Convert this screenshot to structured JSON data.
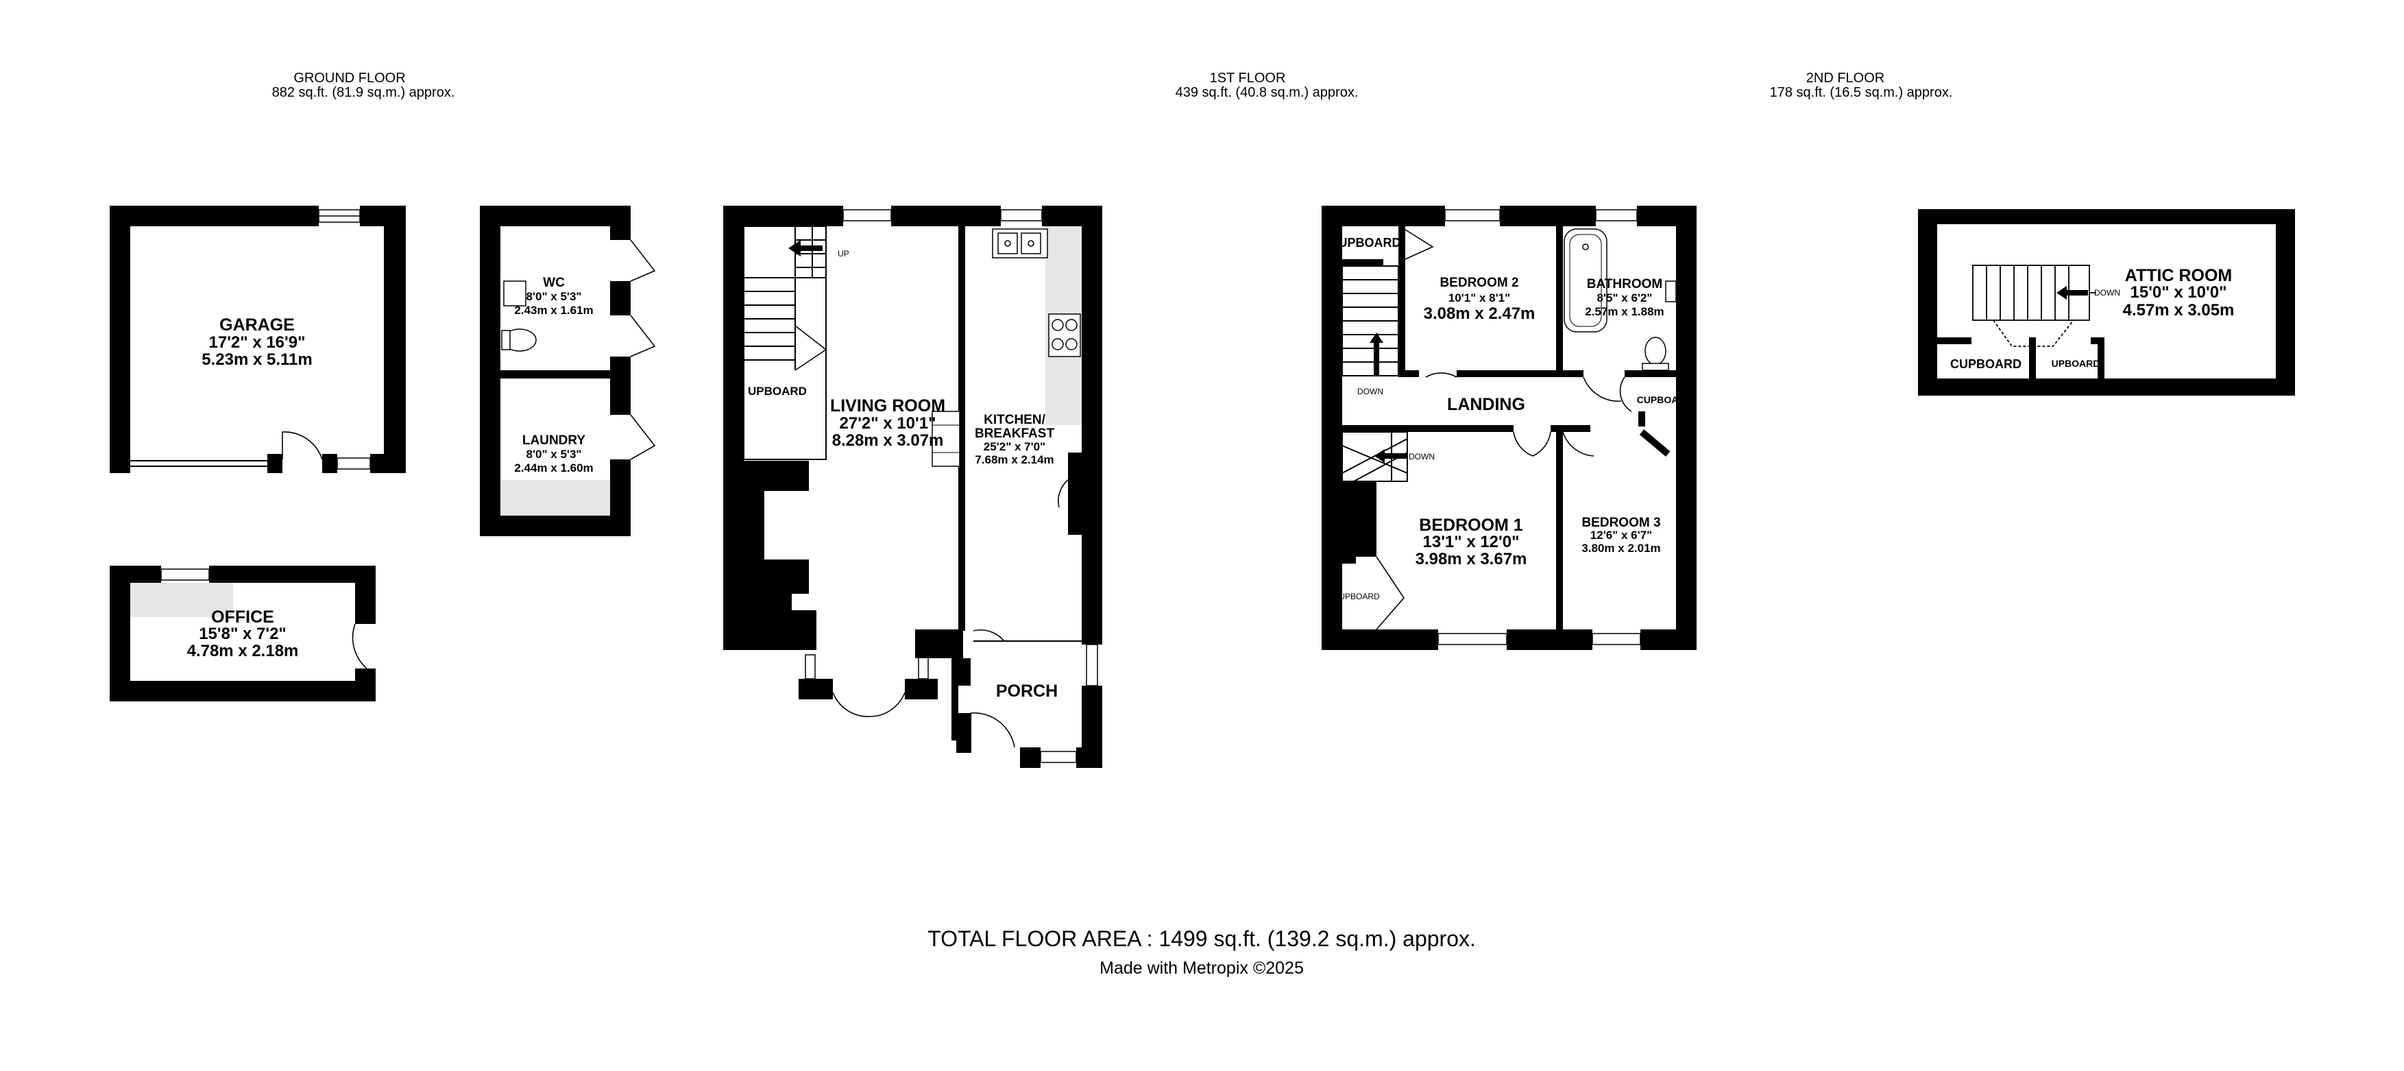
{
  "floors": [
    {
      "name": "GROUND FLOOR",
      "area": "882 sq.ft. (81.9 sq.m.) approx."
    },
    {
      "name": "1ST FLOOR",
      "area": "439 sq.ft. (40.8 sq.m.) approx."
    },
    {
      "name": "2ND FLOOR",
      "area": "178 sq.ft. (16.5 sq.m.) approx."
    }
  ],
  "rooms": {
    "garage": {
      "name": "GARAGE",
      "imperial": "17'2\"  x 16'9\"",
      "metric": "5.23m  x 5.11m"
    },
    "office": {
      "name": "OFFICE",
      "imperial": "15'8\"  x 7'2\"",
      "metric": "4.78m  x 2.18m"
    },
    "wc": {
      "name": "WC",
      "imperial": "8'0\"  x 5'3\"",
      "metric": "2.43m  x 1.61m"
    },
    "laundry": {
      "name": "LAUNDRY",
      "imperial": "8'0\"  x 5'3\"",
      "metric": "2.44m  x 1.60m"
    },
    "living": {
      "name": "LIVING ROOM",
      "imperial": "27'2\"  x 10'1\"",
      "metric": "8.28m  x 3.07m"
    },
    "kitchen": {
      "name_line1": "KITCHEN/",
      "name_line2": "BREAKFAST",
      "imperial": "25'2\"  x 7'0\"",
      "metric": "7.68m  x 2.14m"
    },
    "porch": {
      "name": "PORCH"
    },
    "bedroom1": {
      "name": "BEDROOM 1",
      "imperial": "13'1\"  x 12'0\"",
      "metric": "3.98m  x 3.67m"
    },
    "bedroom2": {
      "name": "BEDROOM 2",
      "imperial": "10'1\"  x 8'1\"",
      "metric": "3.08m  x 2.47m"
    },
    "bedroom3": {
      "name": "BEDROOM 3",
      "imperial": "12'6\"  x 6'7\"",
      "metric": "3.80m  x 2.01m"
    },
    "bathroom": {
      "name": "BATHROOM",
      "imperial": "8'5\"  x 6'2\"",
      "metric": "2.57m  x 1.88m"
    },
    "landing": {
      "name": "LANDING"
    },
    "attic": {
      "name": "ATTIC ROOM",
      "imperial": "15'0\"  x 10'0\"",
      "metric": "4.57m  x 3.05m"
    }
  },
  "labels": {
    "cupboard_ground": "UPBOARD",
    "cupboard_1st_top": "UPBOARD",
    "cupboard_1st_right": "CUPBOA",
    "cupboard_1st_bottom": "UPBOARD",
    "cupboard_attic_left": "CUPBOARD",
    "cupboard_attic_right": "UPBOARD",
    "up": "UP",
    "down_1": "DOWN",
    "down_2": "DOWN",
    "down_attic": "DOWN"
  },
  "footer": {
    "total": "TOTAL FLOOR AREA : 1499 sq.ft. (139.2 sq.m.) approx.",
    "made_with": "Made with Metropix ©2025"
  }
}
